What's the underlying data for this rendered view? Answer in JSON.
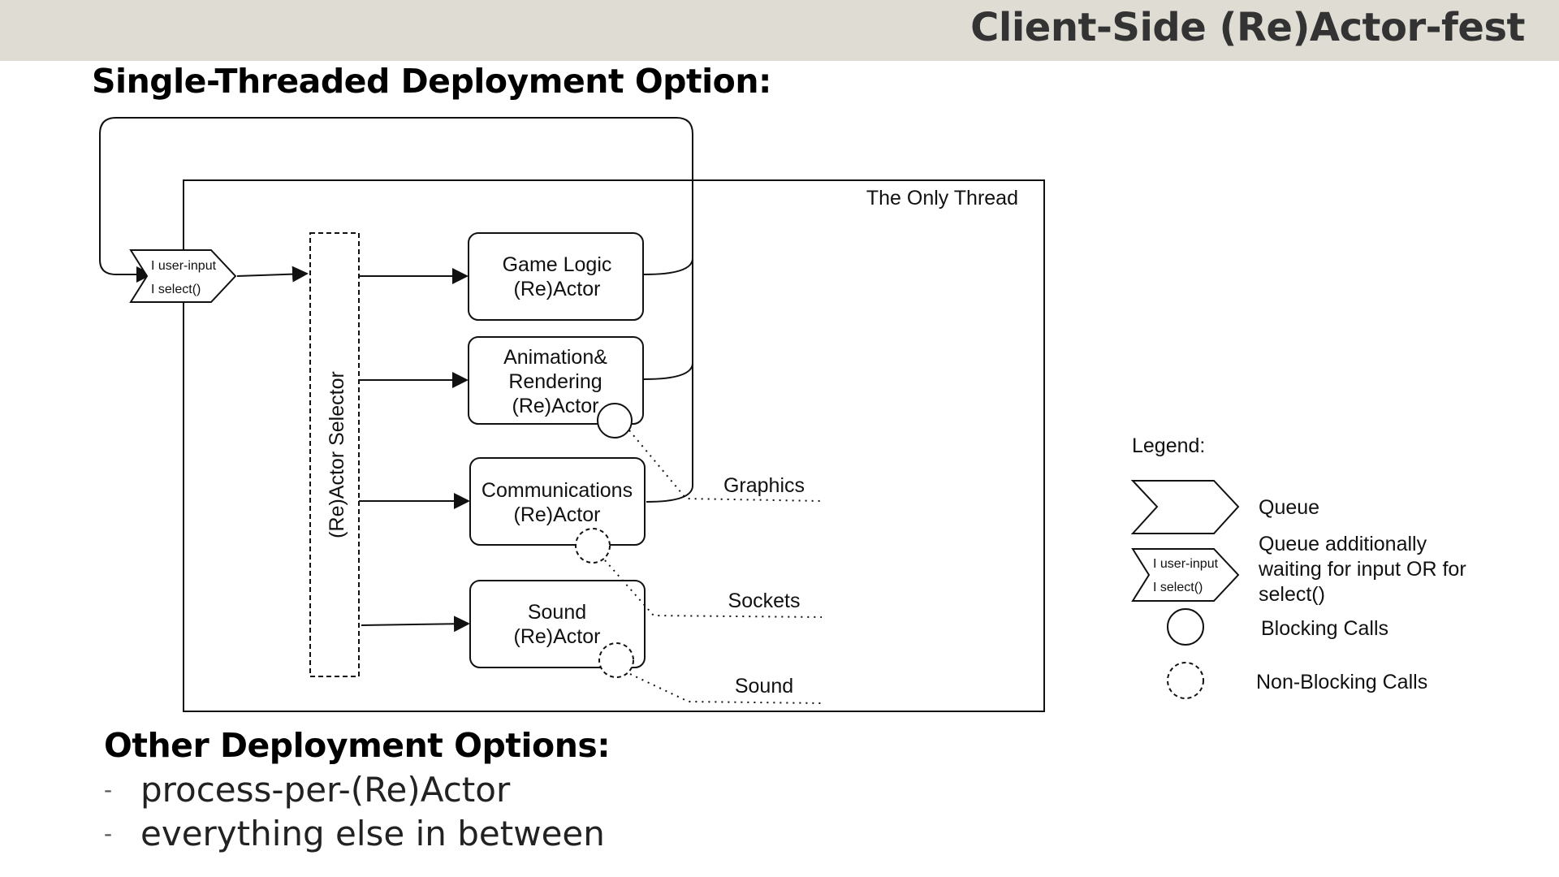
{
  "slide": {
    "title": "Client-Side (Re)Actor-fest",
    "heading": "Single-Threaded Deployment Option:",
    "other_heading": "Other Deployment Options:",
    "bullets": [
      "process-per-(Re)Actor",
      "everything else in between"
    ],
    "bullet_marker": "-"
  },
  "diagram": {
    "thread_label": "The Only Thread",
    "queue_lines": [
      "I user-input",
      "I select()"
    ],
    "selector_label": "(Re)Actor Selector",
    "actors": {
      "game_logic": [
        "Game Logic",
        "(Re)Actor"
      ],
      "animation": [
        "Animation&",
        "Rendering",
        "(Re)Actor"
      ],
      "communications": [
        "Communications",
        "(Re)Actor"
      ],
      "sound": [
        "Sound",
        "(Re)Actor"
      ]
    },
    "outputs": {
      "graphics": "Graphics",
      "sockets": "Sockets",
      "sound": "Sound"
    }
  },
  "legend": {
    "title": "Legend:",
    "queue": "Queue",
    "queue_waiting": [
      "Queue additionally",
      "waiting for input OR for",
      "select()"
    ],
    "queue_icon_lines": [
      "I user-input",
      "I select()"
    ],
    "blocking": "Blocking Calls",
    "non_blocking": "Non-Blocking Calls"
  }
}
